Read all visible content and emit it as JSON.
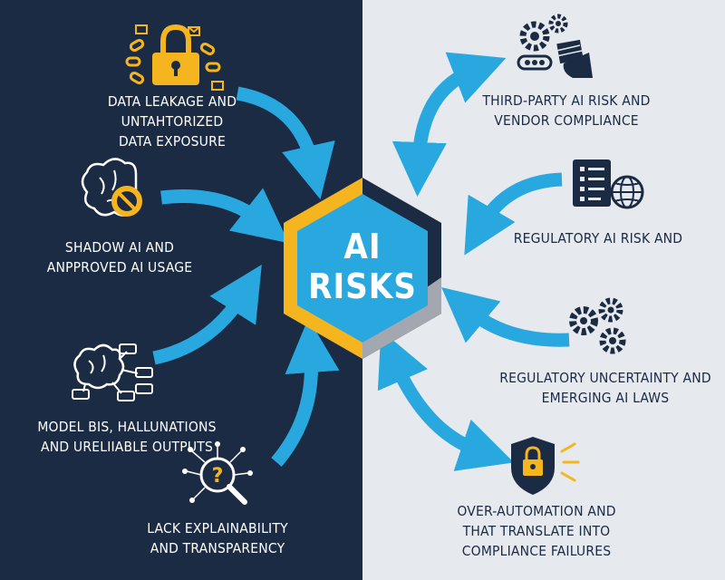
{
  "center": {
    "line1": "AI",
    "line2": "RISKS"
  },
  "colors": {
    "navy": "#1b2b44",
    "light": "#e6e9ee",
    "blue": "#29a8e0",
    "yellow": "#f5b51f",
    "gray": "#a3a8b0"
  },
  "risks_left": [
    {
      "lines": [
        "DATA LEAKAGE AND",
        "UNTAHTORIZED",
        "DATA EXPOSURE"
      ],
      "icon": "padlock-chain-icon"
    },
    {
      "lines": [
        "SHADOW AI AND",
        "ANPPROVED AI USAGE"
      ],
      "icon": "brain-prohibited-icon"
    },
    {
      "lines": [
        "MODEL BIS, HALLUNATIONS",
        "AND URELIIABLE OUTPUTS"
      ],
      "icon": "brain-chat-icon"
    },
    {
      "lines": [
        "LACK EXPLAINABILITY",
        "AND TRANSPARENCY"
      ],
      "icon": "magnifier-question-icon"
    }
  ],
  "risks_right": [
    {
      "lines": [
        "THIRD-PARTY AI RISK AND",
        "VENDOR COMPLIANCE"
      ],
      "icon": "gears-hand-icon"
    },
    {
      "lines": [
        "REGULATORY AI RISK AND"
      ],
      "icon": "checklist-globe-icon"
    },
    {
      "lines": [
        "REGULATORY UNCERTAINTY AND",
        "EMERGING AI LAWS"
      ],
      "icon": "gears-icon"
    },
    {
      "lines": [
        "OVER-AUTOMATION AND",
        "THAT TRANSLATE INTO",
        "COMPLIANCE FAILURES"
      ],
      "icon": "shield-lock-icon"
    }
  ]
}
